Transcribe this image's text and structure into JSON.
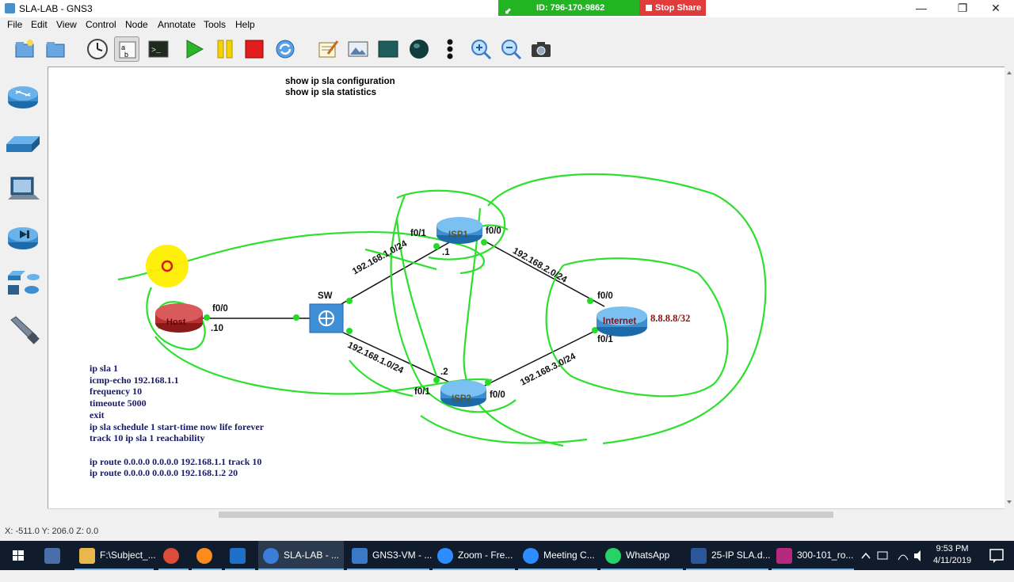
{
  "window": {
    "title": "SLA-LAB - GNS3",
    "min_icon": "—",
    "restore_icon": "❐",
    "close_icon": "✕"
  },
  "share": {
    "id_text": "ID: 796-170-9862",
    "stop_label": "Stop Share",
    "indicator": "⬋"
  },
  "menu": [
    "File",
    "Edit",
    "View",
    "Control",
    "Node",
    "Annotate",
    "Tools",
    "Help"
  ],
  "toolbar": {
    "buttons": [
      "open-project-icon",
      "folder-icon",
      "snapshot-clock-icon",
      "show-interface-labels-icon",
      "console-icon",
      "start-icon",
      "pause-icon",
      "stop-icon",
      "reload-icon",
      "add-note-icon",
      "insert-image-icon",
      "draw-rectangle-icon",
      "draw-ellipse-icon",
      "more-icon",
      "zoom-in-icon",
      "zoom-out-icon",
      "screenshot-icon"
    ]
  },
  "sidebar": {
    "items": [
      "routers-icon",
      "switches-icon",
      "end-devices-icon",
      "security-devices-icon",
      "all-devices-icon",
      "cable-icon"
    ]
  },
  "canvas": {
    "top_note": "show ip sla configuration\nshow ip sla statistics",
    "config_note": "ip sla 1\nicmp-echo 192.168.1.1\nfrequency 10\ntimeoute 5000\nexit\nip sla schedule 1 start-time now life forever\ntrack 10 ip sla 1 reachability\n\nip route 0.0.0.0 0.0.0.0 192.168.1.1 track 10\nip route 0.0.0.0 0.0.0.0 192.168.1.2 20",
    "nodes": {
      "host": "Host",
      "sw": "SW",
      "isp1": "ISP1",
      "isp2": "ISP2",
      "internet": "Internet"
    },
    "labels": {
      "host_if": "f0/0",
      "host_ip": ".10",
      "isp1_f01": "f0/1",
      "isp1_f00": "f0/0",
      "isp1_ip": ".1",
      "isp2_f01": "f0/1",
      "isp2_f00": "f0/0",
      "isp2_ip": ".2",
      "inet_f00": "f0/0",
      "inet_f01": "f0/1",
      "inet_ip": "8.8.8.8/32",
      "net_sw_isp1": "192.168.1.0/24",
      "net_sw_isp2": "192.168.1.0/24",
      "net_isp1_inet": "192.168.2.0/24",
      "net_isp2_inet": "192.168.3.0/24"
    }
  },
  "status": {
    "coords": "X: -511.0 Y: 206.0 Z: 0.0"
  },
  "taskbar": {
    "items": [
      {
        "label": "F:\\Subject_...",
        "icon": "folder-icon",
        "color": "#e8b84a"
      },
      {
        "label": "",
        "icon": "chrome-icon",
        "color": "#dd4b39"
      },
      {
        "label": "",
        "icon": "firefox-icon",
        "color": "#ff8a1e"
      },
      {
        "label": "",
        "icon": "outlook-icon",
        "color": "#1e6fc8"
      },
      {
        "label": "SLA-LAB - ...",
        "icon": "gns3-icon",
        "color": "#3b7dd8"
      },
      {
        "label": "GNS3-VM - ...",
        "icon": "virtualbox-icon",
        "color": "#3a79c8"
      },
      {
        "label": "Zoom - Fre...",
        "icon": "zoom-icon",
        "color": "#2d8cff"
      },
      {
        "label": "Meeting C...",
        "icon": "zoom-meeting-icon",
        "color": "#2d8cff"
      },
      {
        "label": "WhatsApp",
        "icon": "whatsapp-icon",
        "color": "#25d366"
      },
      {
        "label": "25-IP SLA.d...",
        "icon": "word-icon",
        "color": "#2b579a"
      },
      {
        "label": "300-101_ro...",
        "icon": "pdf-icon",
        "color": "#b4287e"
      }
    ],
    "time": "9:53 PM",
    "date": "4/11/2019"
  }
}
